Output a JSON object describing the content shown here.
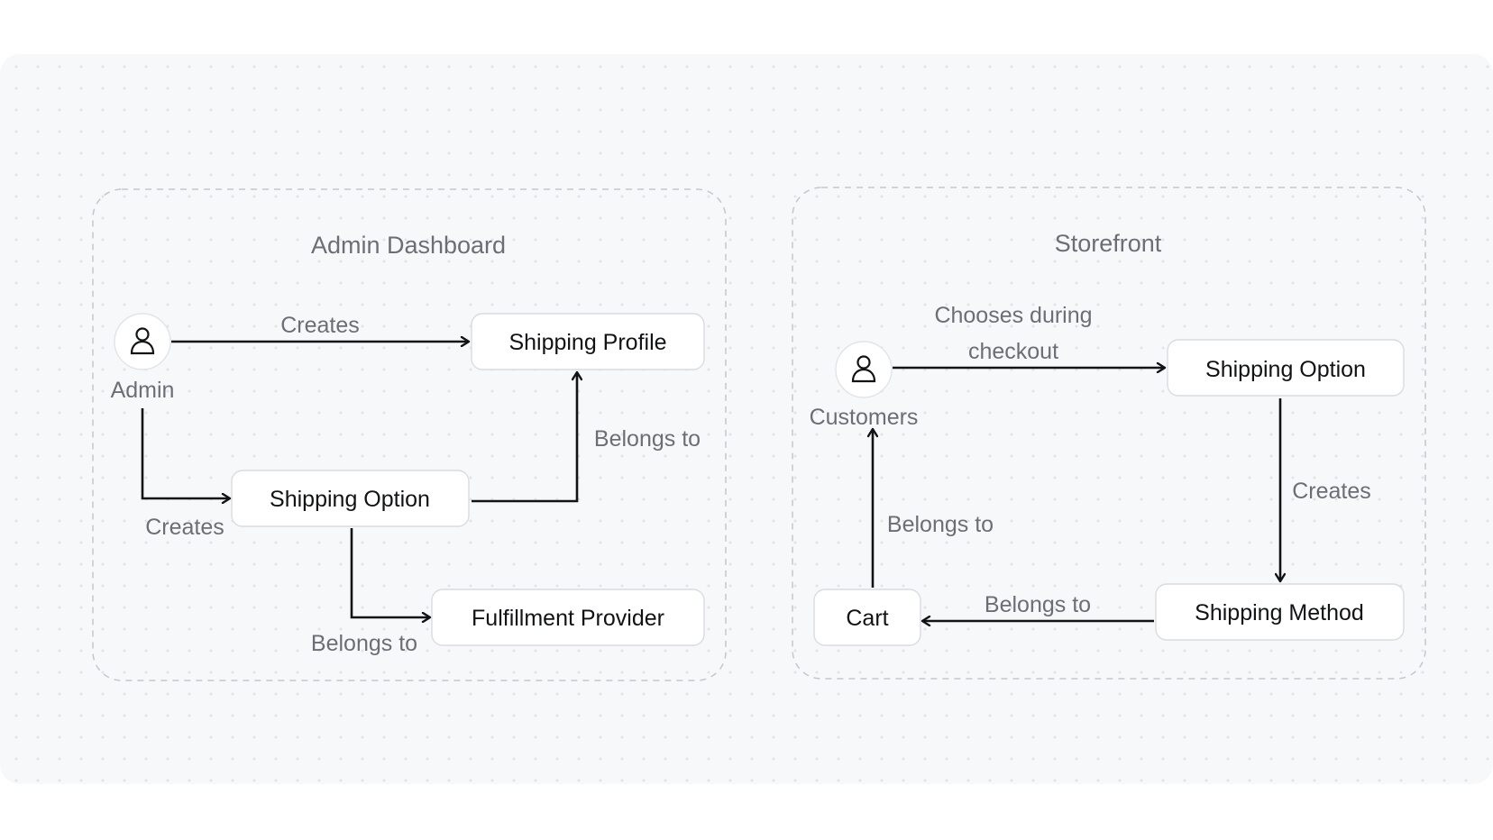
{
  "groups": {
    "admin": {
      "title": "Admin Dashboard",
      "actor": {
        "label": "Admin",
        "icon": "user-icon"
      },
      "nodes": {
        "shipping_profile": "Shipping Profile",
        "shipping_option": "Shipping Option",
        "fulfillment_provider": "Fulfillment Provider"
      },
      "edges": {
        "admin_creates_profile": "Creates",
        "admin_creates_option": "Creates",
        "option_belongs_profile": "Belongs to",
        "option_belongs_provider": "Belongs to"
      }
    },
    "storefront": {
      "title": "Storefront",
      "actor": {
        "label": "Customers",
        "icon": "user-icon"
      },
      "nodes": {
        "shipping_option": "Shipping Option",
        "shipping_method": "Shipping Method",
        "cart": "Cart"
      },
      "edges": {
        "chooses_line1": "Chooses during",
        "chooses_line2": "checkout",
        "option_creates_method": "Creates",
        "method_belongs_cart": "Belongs to",
        "cart_belongs_customer": "Belongs to"
      }
    }
  },
  "colors": {
    "background": "#f7f8f9",
    "node_fill": "#ffffff",
    "node_border": "#d9dce0",
    "edge": "#111315",
    "label_text": "#6b6f75",
    "node_text": "#111315"
  }
}
